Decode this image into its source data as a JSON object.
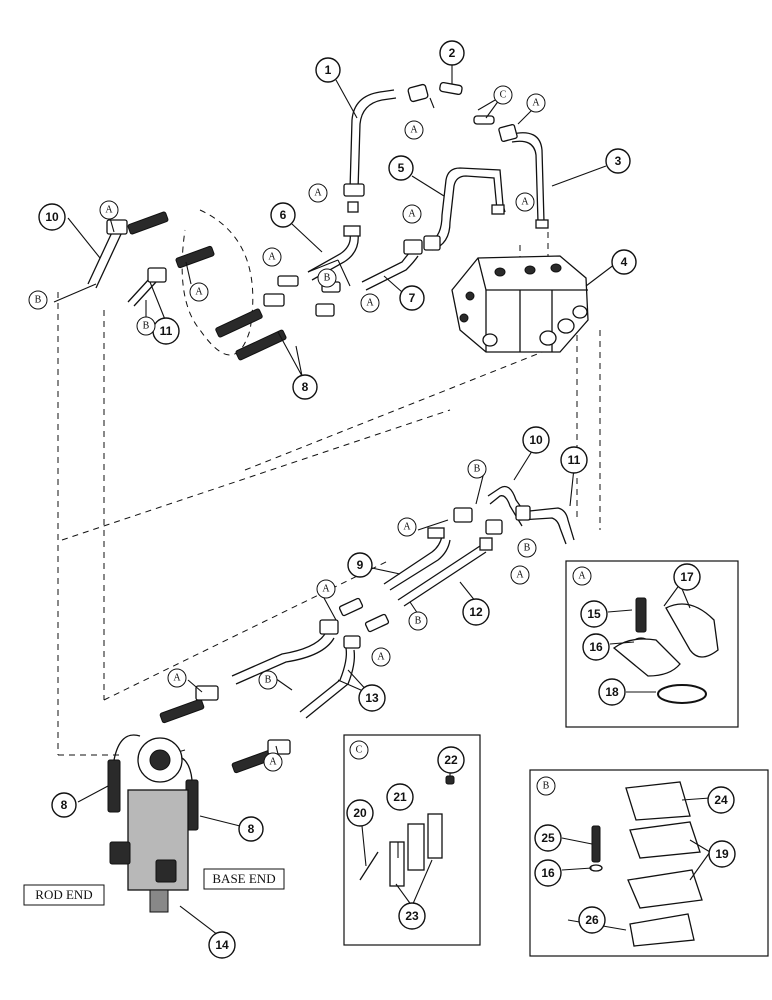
{
  "callouts": {
    "n1": "1",
    "n2": "2",
    "n3": "3",
    "n4": "4",
    "n5": "5",
    "n6": "6",
    "n7": "7",
    "n8a": "8",
    "n8b": "8",
    "n8c": "8",
    "n9": "9",
    "n10a": "10",
    "n10b": "10",
    "n11a": "11",
    "n11b": "11",
    "n12": "12",
    "n13": "13",
    "n14": "14",
    "n15": "15",
    "n16a": "16",
    "n16b": "16",
    "n17": "17",
    "n18": "18",
    "n19": "19",
    "n20": "20",
    "n21": "21",
    "n22": "22",
    "n23": "23",
    "n24": "24",
    "n25": "25",
    "n26": "26"
  },
  "letters": {
    "A": "A",
    "B": "B",
    "C": "C"
  },
  "labels": {
    "rod_end": "ROD END",
    "base_end": "BASE END"
  },
  "insets": {
    "a_title": "A",
    "b_title": "B",
    "c_title": "C"
  }
}
